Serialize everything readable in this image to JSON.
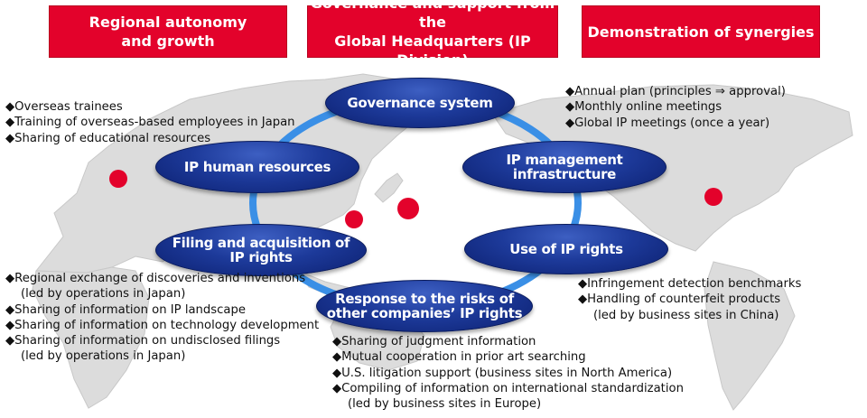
{
  "headers": {
    "left": "Regional autonomy\nand growth",
    "center": "Governance and support from the\nGlobal Headquarters (IP Division)",
    "right": "Demonstration of synergies"
  },
  "nodes": {
    "governance": "Governance system",
    "human": "IP human resources",
    "infra": "IP management\ninfrastructure",
    "filing": "Filing and acquisition of\nIP rights",
    "use": "Use of IP rights",
    "risk": "Response to the risks of\nother companies’ IP rights"
  },
  "lists": {
    "top_left": [
      {
        "text": "◆Overseas trainees"
      },
      {
        "text": "◆Training of overseas-based employees in Japan"
      },
      {
        "text": "◆Sharing of educational resources"
      }
    ],
    "top_right": [
      {
        "text": "◆Annual plan (principles ⇒ approval)"
      },
      {
        "text": "◆Monthly online meetings"
      },
      {
        "text": "◆Global IP meetings (once a year)"
      }
    ],
    "bottom_left": [
      {
        "text": "◆Regional exchange of discoveries and inventions",
        "sub": "(led by operations in Japan)"
      },
      {
        "text": "◆Sharing of information on IP landscape"
      },
      {
        "text": "◆Sharing of information on technology development"
      },
      {
        "text": "◆Sharing of information on undisclosed filings",
        "sub": "(led by operations in Japan)"
      }
    ],
    "bottom_right": [
      {
        "text": "◆Infringement detection benchmarks"
      },
      {
        "text": "◆Handling of counterfeit products",
        "sub": "(led by business sites in China)"
      }
    ],
    "bottom_center": [
      {
        "text": "◆Sharing of judgment information"
      },
      {
        "text": "◆Mutual cooperation in prior art searching"
      },
      {
        "text": "◆U.S. litigation support (business sites in North America)"
      },
      {
        "text": "◆Compiling of information on international standardization",
        "sub": "(led by business sites in Europe)"
      }
    ]
  },
  "colors": {
    "header_red": "#e3022b",
    "node_blue": "#1d3a9a",
    "ring_blue": "#3a8fe6",
    "map_gray": "#dcdcdc",
    "dot_red": "#e3022b"
  }
}
